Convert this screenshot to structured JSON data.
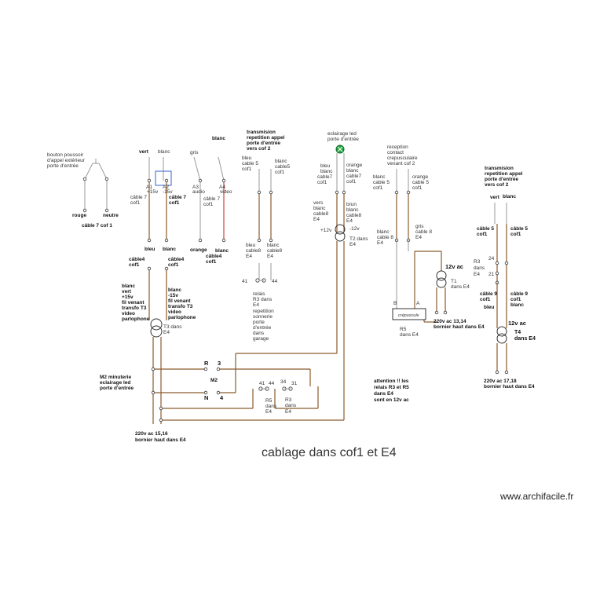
{
  "title": "cablage dans cof1 et E4",
  "watermark": "www.archifacile.fr",
  "labels": {
    "bouton": [
      "bouton poussoir",
      "d'appel extérieur",
      "porte d'entrée"
    ],
    "rouge": "rouge",
    "neutre": "neutre",
    "cable7cof1_left": "câble 7 cof 1",
    "vert": "vert",
    "blanc": "blanc",
    "gris": "gris",
    "blanc_top": "blanc",
    "a1": "A1",
    "a2": "A2",
    "a3": "A3",
    "a4": "A4",
    "p15v": "+15v",
    "m15v": "-15v",
    "audio": "audio",
    "video": "video",
    "cable7cof1_a": [
      "câble 7",
      "cof1"
    ],
    "cable7cof1_b": [
      "câble 7",
      "cof1"
    ],
    "cable7cof1_c": [
      "câble 7",
      "cof1"
    ],
    "bleu1": "bleu",
    "blanc1": "blanc",
    "orange1": "orange",
    "blanc2": "blanc",
    "cable4cof1_a": [
      "câble4",
      "cof1"
    ],
    "cable4cof1_b": [
      "câble4",
      "cof1"
    ],
    "cable4cof1_c": [
      "câble4",
      "cof1"
    ],
    "t3left": [
      "blanc",
      "vert",
      "+15v",
      "fil venant",
      "transfo T3",
      "video",
      "parlophone"
    ],
    "t3right": [
      "blanc",
      "-15v",
      "fil venant",
      "transfo T3",
      "video",
      "parlophone"
    ],
    "t3": [
      "T3 dans",
      "E4"
    ],
    "transmision1": [
      "transmision",
      "repetition appel",
      "porte d'entrée",
      "vers cof 2"
    ],
    "bleu_cable5": [
      "bleu",
      "cable 5",
      "cof1"
    ],
    "blanc_cable5": [
      "blanc",
      "cable5",
      "cof1"
    ],
    "bleu_cable8": [
      "bleu",
      "cable8",
      "E4"
    ],
    "blanc_cable8": [
      "blanc",
      "cable8",
      "E4"
    ],
    "n41": "41",
    "n44": "44",
    "relais_r3": [
      "relais",
      "R3 dans",
      "E4",
      "repetition",
      "sonnerie",
      "porte",
      "d'entrée",
      "dans",
      "garage"
    ],
    "eclairage": [
      "eclairage led",
      "porte d'entrée"
    ],
    "bleu_blanc_c7": [
      "bleu",
      "blanc",
      "cable7",
      "cof1"
    ],
    "orange_blanc_c7": [
      "orange",
      "blanc",
      "cable7",
      "cof1"
    ],
    "vers_blanc_c8": [
      "vers",
      "blanc",
      "cable8",
      "E4"
    ],
    "brun_blanc_c8": [
      "brun",
      "blanc",
      "cable8",
      "E4"
    ],
    "p12v": "+12v",
    "m12v": "-12v",
    "t2": [
      "T2 dans",
      "E4"
    ],
    "reception": [
      "reception",
      "contact",
      "crepusculaire",
      "venant cof 2"
    ],
    "blanc_cable5_cof1": [
      "blanc",
      "cable 5",
      "cof1"
    ],
    "orange_cable5_cof1": [
      "orange",
      "cable 5",
      "cof1"
    ],
    "blanc_cable8_e4": [
      "blanc",
      "cable 8",
      "E4"
    ],
    "gris_cable8_e4": [
      "gris",
      "cable 8",
      "E4"
    ],
    "v12ac_1": "12v ac",
    "t1": [
      "T1",
      "dans E4"
    ],
    "b_lbl": "B",
    "a_lbl": "A",
    "crepuscule": "crépuscule",
    "r5": [
      "R5",
      "dans E4"
    ],
    "v220_1314": [
      "220v ac 13,14",
      "bornier haut dans E4"
    ],
    "transmision2": [
      "transmision",
      "repetition appel",
      "porte d'entrée",
      "vers cof 2"
    ],
    "vert2": "vert",
    "blanc3": "blanc",
    "cable5cof1_a": [
      "câble 5",
      "cof1"
    ],
    "cable5cof1_b": [
      "câble 5",
      "cof1"
    ],
    "n24": "24",
    "n21": "21",
    "r3dans": [
      "R3",
      "dans",
      "E4"
    ],
    "cable9_a": [
      "câble 9",
      "cof1",
      "bleu"
    ],
    "cable9_b": [
      "câble 9",
      "cof1",
      "blanc"
    ],
    "v12ac_2": "12v ac",
    "t4": [
      "T4",
      "dans E4"
    ],
    "v220_1718": [
      "220v ac 17,18",
      "bornier haut dans E4"
    ],
    "m2": [
      "M2 minuterie",
      "eclairage led",
      "porte d'entrée"
    ],
    "r": "R",
    "n3": "3",
    "m2lbl": "M2",
    "n": "N",
    "n4": "4",
    "n41b": "41",
    "n44b": "44",
    "n34": "34",
    "n31": "31",
    "r5e4": [
      "R5",
      "dans",
      "E4"
    ],
    "r3e4": [
      "R3",
      "dans",
      "E4"
    ],
    "attention": [
      "attention !! les",
      "relais R3 et R5",
      "dans E4",
      "sont en 12v ac"
    ],
    "v220_1516": [
      "220v  ac 15,16",
      "bornier haut dans E4"
    ]
  }
}
